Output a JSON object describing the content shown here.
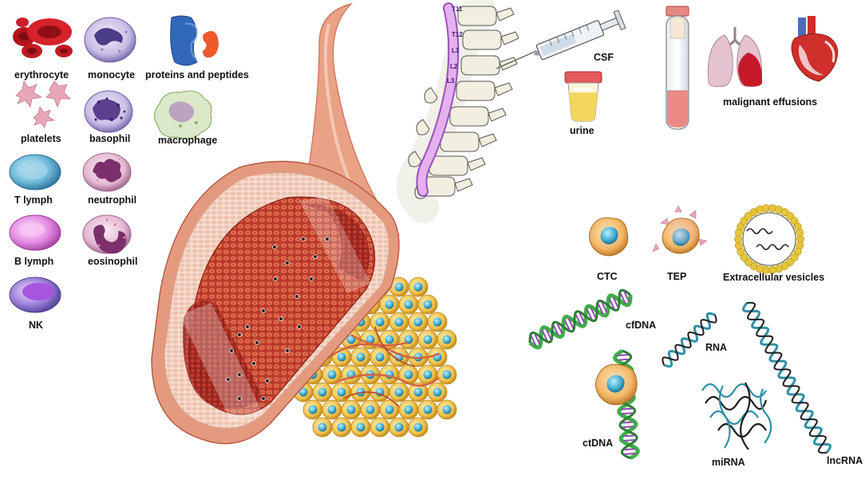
{
  "blood_cells": {
    "erythrocyte": "erythrocyte",
    "monocyte": "monocyte",
    "proteins": "proteins and peptides",
    "platelets": "platelets",
    "basophil": "basophil",
    "macrophage": "macrophage",
    "t_lymph": "T lymph",
    "neutrophil": "neutrophil",
    "b_lymph": "B lymph",
    "eosinophil": "eosinophil",
    "nk": "NK"
  },
  "fluids": {
    "csf": "CSF",
    "urine": "urine",
    "effusions": "malignant effusions",
    "vertebrae": [
      "T11",
      "T12",
      "L1",
      "L2",
      "L3"
    ]
  },
  "analytes": {
    "ctc": "CTC",
    "tep": "TEP",
    "ev": "Extracellular vesicles",
    "cfdna": "cfDNA",
    "rna": "RNA",
    "ctdna": "ctDNA",
    "mirna": "miRNA",
    "lncrna": "lncRNA"
  },
  "colors": {
    "erythrocyte_red": "#c8202a",
    "vessel_wall": "#e9a58c",
    "spinal_cord": "#d89be6",
    "helix_green": "#3fae49",
    "helix_teal": "#2f8fa6",
    "tissue_yellow": "#f2c24b",
    "nucleus_blue": "#3aa7c9"
  }
}
